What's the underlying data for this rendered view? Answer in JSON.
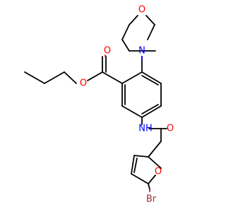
{
  "molecule": {
    "atoms": {
      "oxygen_morpholine": {
        "text": "O",
        "color": "#ff0000"
      },
      "nitrogen_morpholine": {
        "text": "N",
        "color": "#0000ff"
      },
      "oxygen_carbonyl_ester": {
        "text": "O",
        "color": "#ff0000"
      },
      "oxygen_ester": {
        "text": "O",
        "color": "#ff0000"
      },
      "nitrogen_amide": {
        "text": "NH",
        "color": "#0000ff"
      },
      "oxygen_carbonyl_amide": {
        "text": "O",
        "color": "#ff0000"
      },
      "oxygen_furan": {
        "text": "O",
        "color": "#ff0000"
      },
      "bromine": {
        "text": "Br",
        "color": "#a52a2a"
      }
    }
  }
}
